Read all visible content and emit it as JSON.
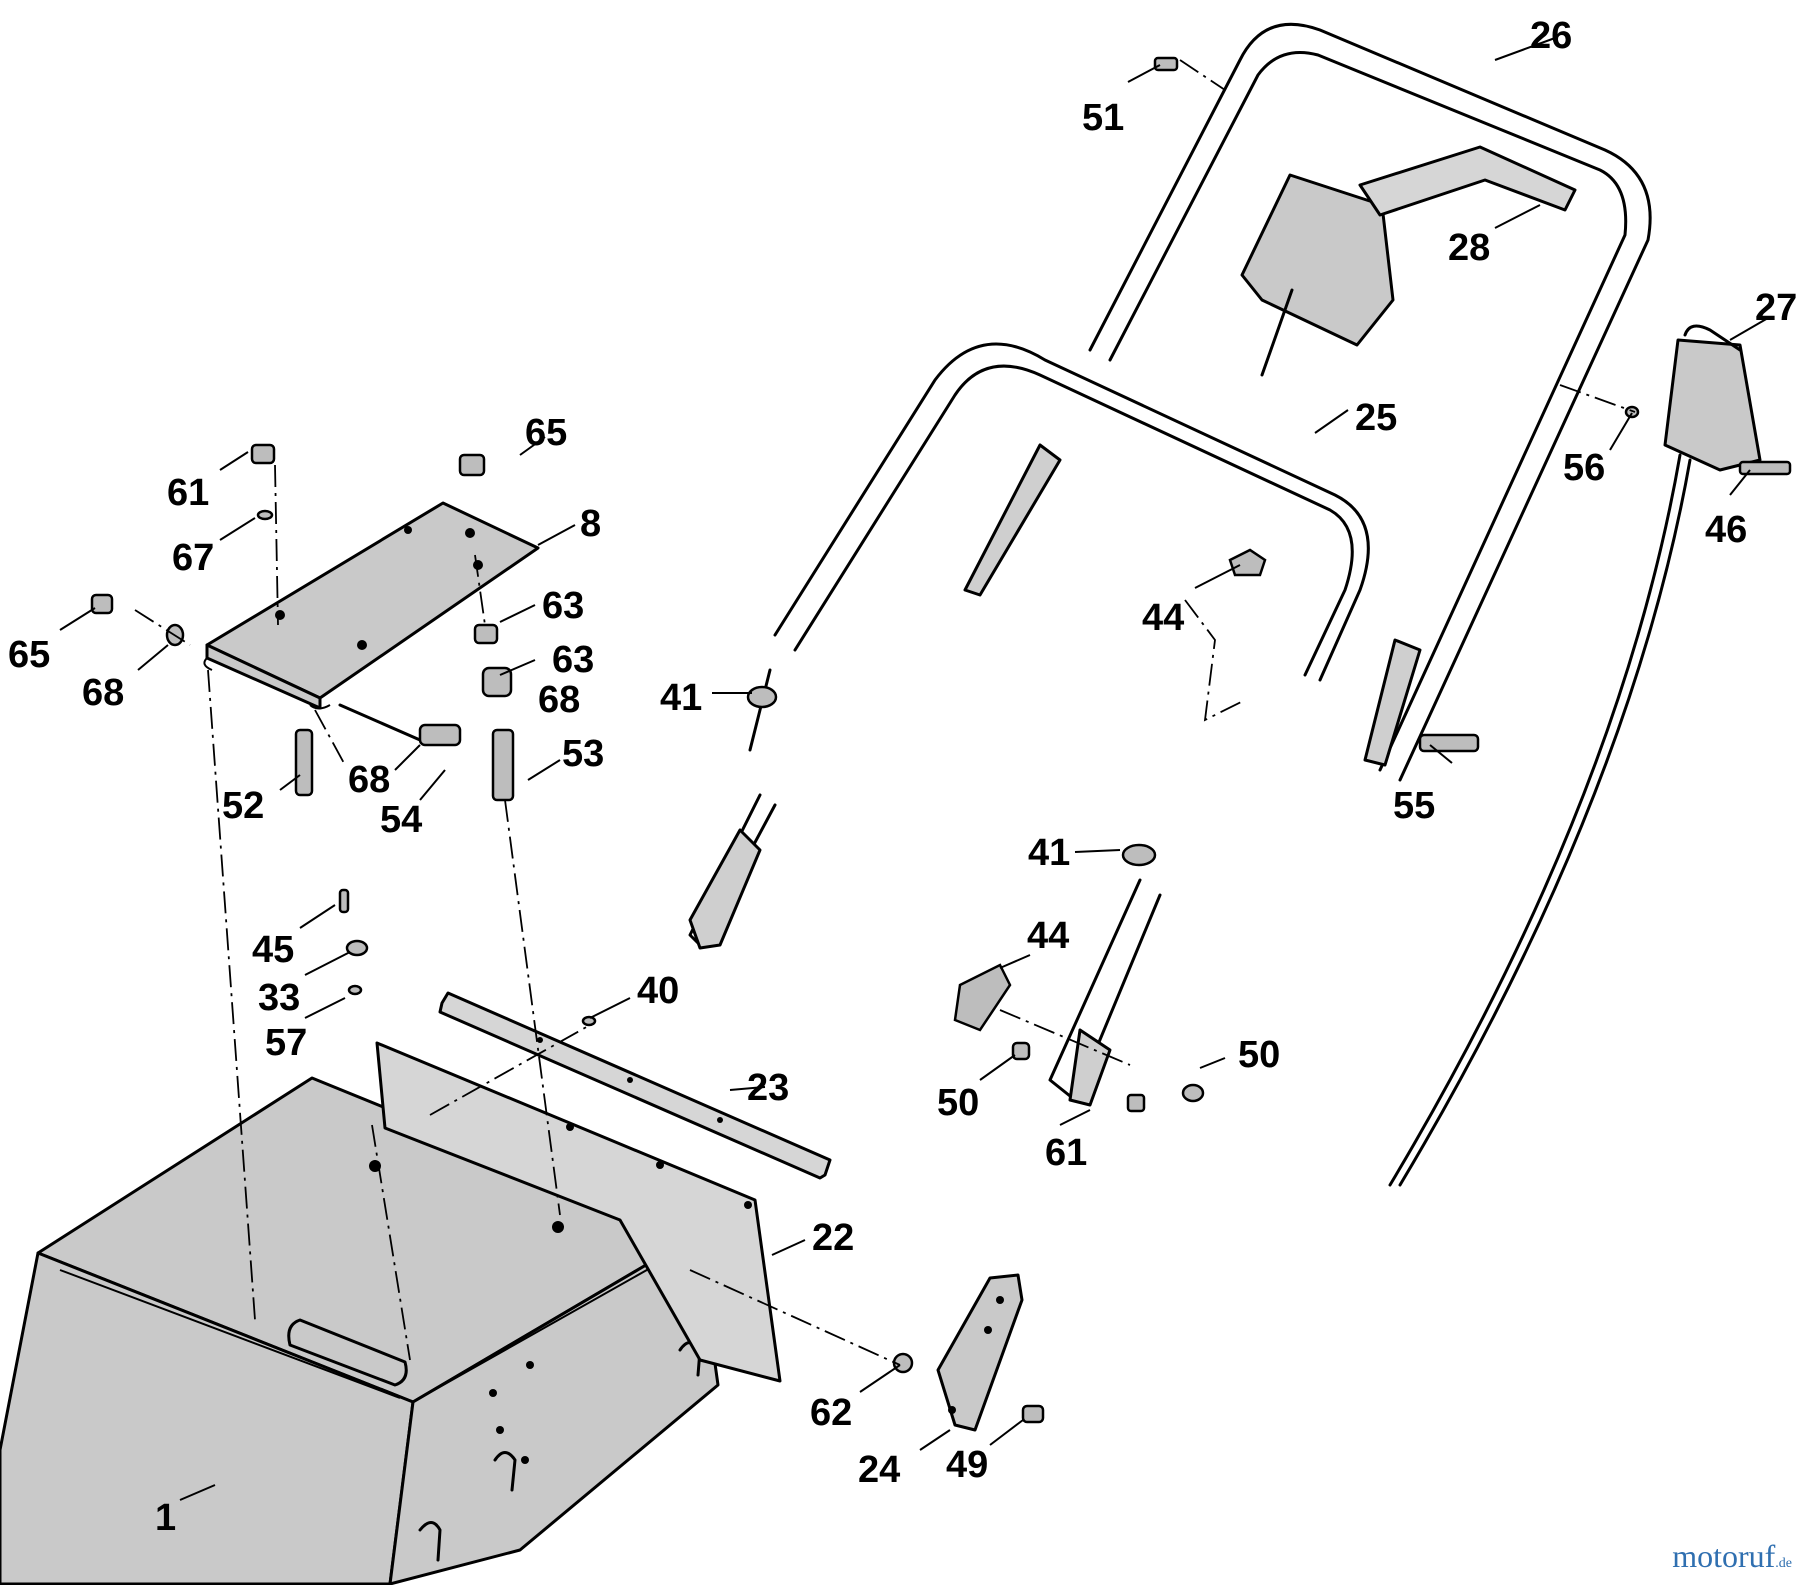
{
  "callouts": {
    "c1": "1",
    "c8": "8",
    "c22": "22",
    "c23": "23",
    "c24": "24",
    "c25": "25",
    "c26": "26",
    "c27": "27",
    "c28": "28",
    "c33": "33",
    "c40": "40",
    "c41a": "41",
    "c41b": "41",
    "c44a": "44",
    "c44b": "44",
    "c45": "45",
    "c46": "46",
    "c49": "49",
    "c50a": "50",
    "c50b": "50",
    "c51": "51",
    "c52": "52",
    "c53": "53",
    "c54": "54",
    "c55": "55",
    "c56": "56",
    "c57": "57",
    "c61a": "61",
    "c61b": "61",
    "c62": "62",
    "c63a": "63",
    "c63b": "63",
    "c65a": "65",
    "c65b": "65",
    "c67": "67",
    "c68a": "68",
    "c68b": "68",
    "c68c": "68"
  },
  "watermark": {
    "text": "motoruf",
    "suffix": ".de",
    "color": "#2f6fb0"
  }
}
